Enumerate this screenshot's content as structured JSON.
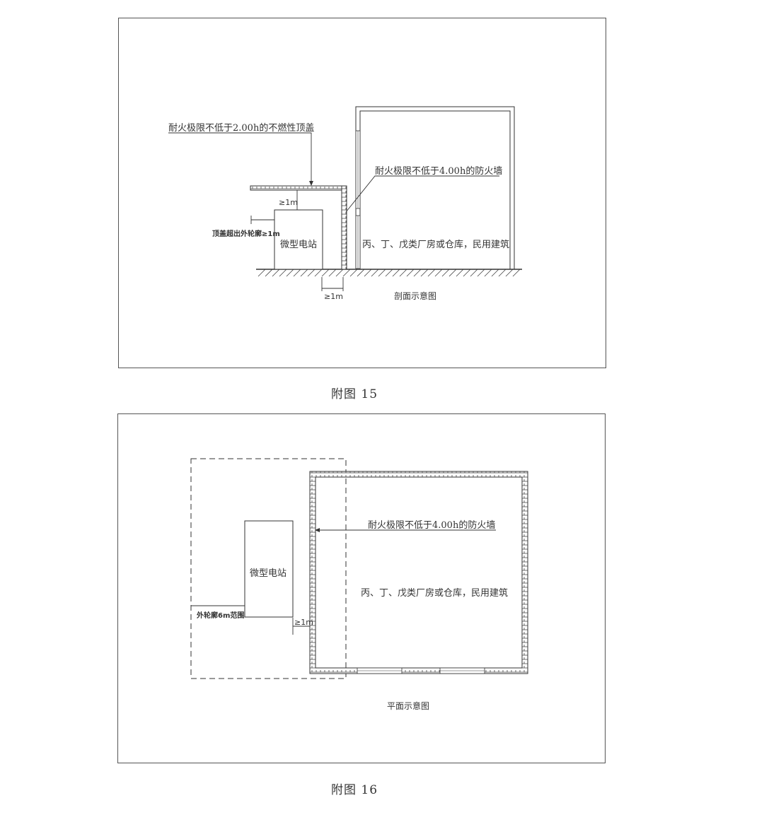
{
  "figure15": {
    "caption": "附图 15",
    "roof_label": "耐火极限不低于2.00h的不燃性顶盖",
    "firewall_label": "耐火极限不低于4.00h的防火墙",
    "gap_vertical_label": "≥1m",
    "overhang_label": "顶盖超出外轮廓≥1m",
    "station_label": "微型电站",
    "building_label": "丙、丁、戊类厂房或仓库，民用建筑",
    "gap_horizontal_label": "≥1m",
    "view_label": "剖面示意图"
  },
  "figure16": {
    "caption": "附图 16",
    "firewall_label": "耐火极限不低于4.00h的防火墙",
    "station_label": "微型电站",
    "building_label": "丙、丁、戊类厂房或仓库，民用建筑",
    "range_label": "外轮廓6m范围",
    "gap_label": "≥1m",
    "view_label": "平面示意图"
  },
  "colors": {
    "line": "#333333",
    "frame": "#555555",
    "text": "#333333"
  }
}
